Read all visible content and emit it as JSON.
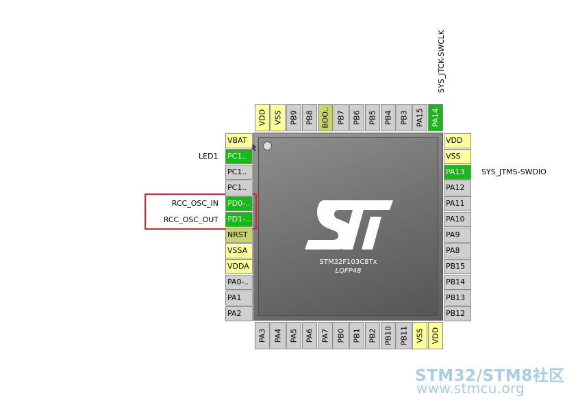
{
  "top_pins": [
    {
      "label": "VDD",
      "color": "yellow"
    },
    {
      "label": "VSS",
      "color": "yellow"
    },
    {
      "label": "PB9",
      "color": "gray"
    },
    {
      "label": "PB8",
      "color": "gray"
    },
    {
      "label": "BOO..",
      "color": "olive"
    },
    {
      "label": "PB7",
      "color": "gray"
    },
    {
      "label": "PB6",
      "color": "gray"
    },
    {
      "label": "PB5",
      "color": "gray"
    },
    {
      "label": "PB4",
      "color": "gray"
    },
    {
      "label": "PB3",
      "color": "gray"
    },
    {
      "label": "PA15",
      "color": "gray"
    },
    {
      "label": "PA14",
      "color": "green"
    }
  ],
  "left_pins": [
    {
      "label": "VBAT",
      "color": "yellow"
    },
    {
      "label": "PC1..",
      "color": "green"
    },
    {
      "label": "PC1..",
      "color": "gray"
    },
    {
      "label": "PC1..",
      "color": "gray"
    },
    {
      "label": "PD0-..",
      "color": "green"
    },
    {
      "label": "PD1-..",
      "color": "green"
    },
    {
      "label": "NRST",
      "color": "olive"
    },
    {
      "label": "VSSA",
      "color": "yellow"
    },
    {
      "label": "VDDA",
      "color": "yellow"
    },
    {
      "label": "PA0-..",
      "color": "gray"
    },
    {
      "label": "PA1",
      "color": "gray"
    },
    {
      "label": "PA2",
      "color": "gray"
    }
  ],
  "right_pins": [
    {
      "label": "VDD",
      "color": "yellow"
    },
    {
      "label": "VSS",
      "color": "yellow"
    },
    {
      "label": "PA13",
      "color": "green"
    },
    {
      "label": "PA12",
      "color": "gray"
    },
    {
      "label": "PA11",
      "color": "gray"
    },
    {
      "label": "PA10",
      "color": "gray"
    },
    {
      "label": "PA9",
      "color": "gray"
    },
    {
      "label": "PA8",
      "color": "gray"
    },
    {
      "label": "PB15",
      "color": "gray"
    },
    {
      "label": "PB14",
      "color": "gray"
    },
    {
      "label": "PB13",
      "color": "gray"
    },
    {
      "label": "PB12",
      "color": "gray"
    }
  ],
  "bottom_pins": [
    {
      "label": "PA3",
      "color": "gray"
    },
    {
      "label": "PA4",
      "color": "gray"
    },
    {
      "label": "PA5",
      "color": "gray"
    },
    {
      "label": "PA6",
      "color": "gray"
    },
    {
      "label": "PA7",
      "color": "gray"
    },
    {
      "label": "PB0",
      "color": "gray"
    },
    {
      "label": "PB1",
      "color": "gray"
    },
    {
      "label": "PB2",
      "color": "gray"
    },
    {
      "label": "PB10",
      "color": "gray"
    },
    {
      "label": "PB11",
      "color": "gray"
    },
    {
      "label": "VSS",
      "color": "yellow"
    },
    {
      "label": "VDD",
      "color": "yellow"
    }
  ],
  "signal_labels": {
    "led1": "LED1",
    "osc_in": "RCC_OSC_IN",
    "osc_out": "RCC_OSC_OUT",
    "swdio": "SYS_JTMS-SWDIO",
    "swclk": "SYS_JTCK-SWCLK"
  },
  "chip": {
    "part_number": "STM32F103C8Tx",
    "package": "LQFP48"
  },
  "watermark": {
    "line1": "STM32/STM8社区",
    "line2": "www.stmcu.org"
  },
  "colors": {
    "pin_gray": "#cfcfcf",
    "pin_yellow": "#ffff99",
    "pin_green": "#17b817",
    "pin_olive": "#c9d36c",
    "highlight_box": "#d62828",
    "watermark": "#a9cde6"
  }
}
